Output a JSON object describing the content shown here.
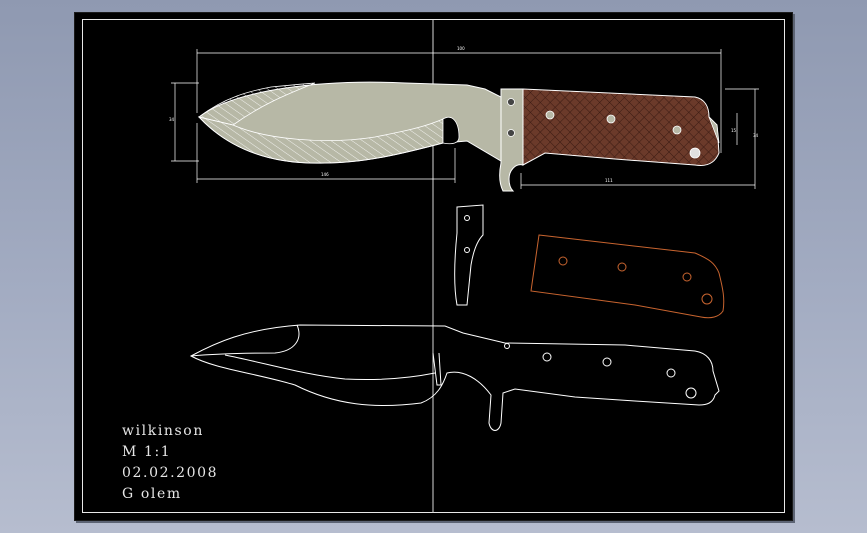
{
  "window": {
    "title": ""
  },
  "colors": {
    "background": "#9aa3ba",
    "sheet": "#000000",
    "line": "#ffffff",
    "blade_fill": "#b7b8a6",
    "handle_fill": "#6b3a2a",
    "scale_outline": "#c8642f"
  },
  "title_block": {
    "name": "wilkinson",
    "scale": "M  1:1",
    "date": "02.02.2008",
    "author": "G olem"
  },
  "icons": [
    "pin-hole-icon",
    "dimension-arrow-icon"
  ]
}
